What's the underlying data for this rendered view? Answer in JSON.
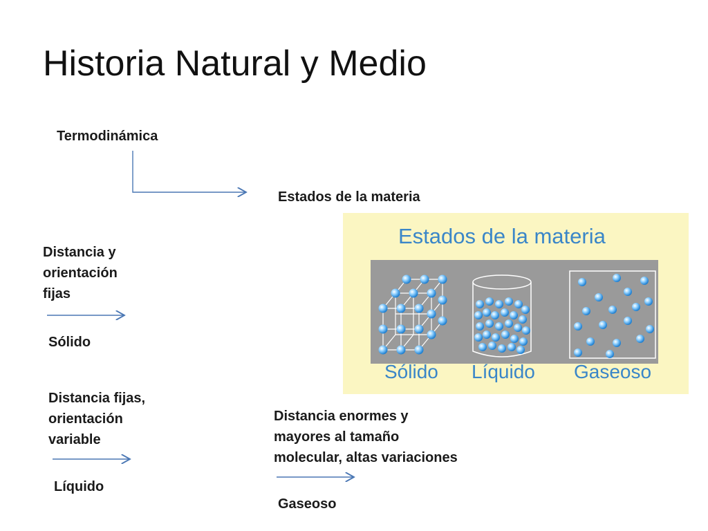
{
  "slide": {
    "title": "Historia Natural y Medio",
    "labels": {
      "termodinamica": "Termodinámica",
      "estados": "Estados de la materia",
      "solido_desc": [
        "Distancia y",
        "orientación",
        "fijas"
      ],
      "solido": "Sólido",
      "liquido_desc": [
        "Distancia fijas,",
        "orientación",
        "variable"
      ],
      "liquido": "Líquido",
      "gaseoso_desc": [
        "Distancia enormes y",
        "mayores al tamaño",
        "molecular, altas variaciones"
      ],
      "gaseoso": "Gaseoso"
    }
  },
  "figure": {
    "title": "Estados de la materia",
    "captions": [
      "Sólido",
      "Líquido",
      "Gaseoso"
    ]
  },
  "colors": {
    "arrow": "#4a77b4",
    "figure_bg": "#fbf6c2",
    "figure_text": "#3a86c8",
    "panel": "#9a9a9a",
    "molecule": "#3fa4e8"
  }
}
